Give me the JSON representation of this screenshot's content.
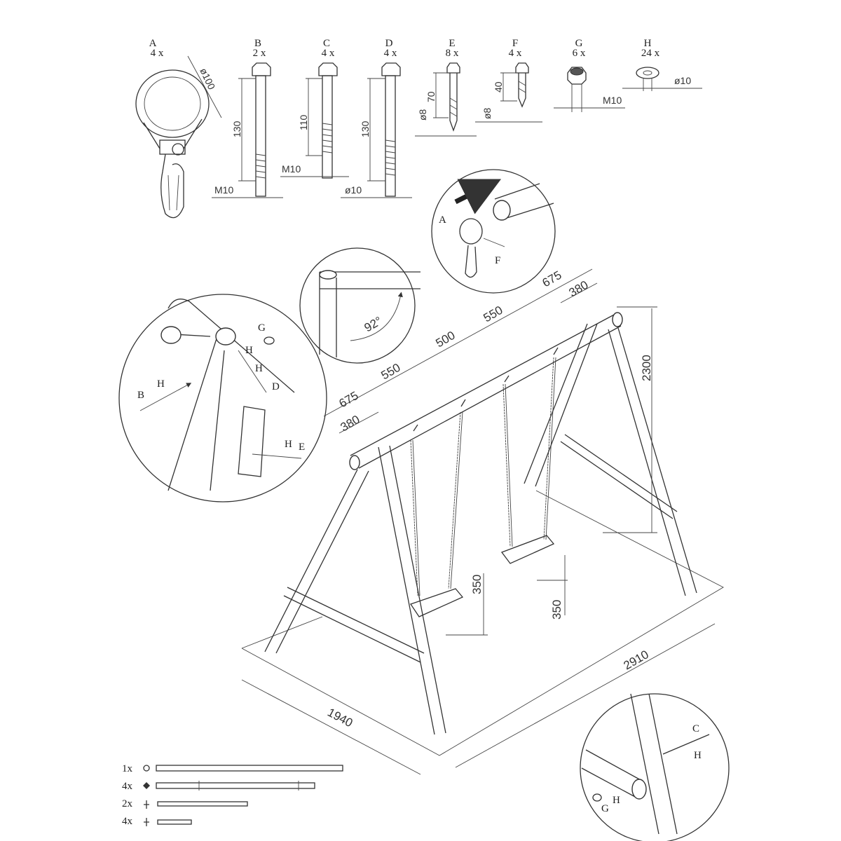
{
  "parts": [
    {
      "letter": "A",
      "qty": "4 x",
      "dim": "ø100",
      "icon": "swing-clamp-hook-icon"
    },
    {
      "letter": "B",
      "qty": "2 x",
      "length": "130",
      "thread": "M10",
      "icon": "long-bolt-icon"
    },
    {
      "letter": "C",
      "qty": "4 x",
      "length": "110",
      "thread": "M10",
      "icon": "bolt-icon"
    },
    {
      "letter": "D",
      "qty": "4 x",
      "length": "130",
      "thread": "ø10",
      "icon": "long-bolt-icon"
    },
    {
      "letter": "E",
      "qty": "8 x",
      "length": "70",
      "thread": "ø8",
      "icon": "screw-icon"
    },
    {
      "letter": "F",
      "qty": "4 x",
      "length": "40",
      "thread": "ø8",
      "icon": "short-screw-icon"
    },
    {
      "letter": "G",
      "qty": "6 x",
      "thread": "M10",
      "icon": "lock-nut-icon"
    },
    {
      "letter": "H",
      "qty": "24 x",
      "thread": "ø10",
      "icon": "washer-icon"
    }
  ],
  "detail_beam": {
    "labels": [
      "A",
      "F"
    ]
  },
  "detail_angle": {
    "angle": "92°"
  },
  "detail_top": {
    "labels": [
      "G",
      "H",
      "H",
      "D",
      "B",
      "H",
      "H",
      "E"
    ]
  },
  "detail_bottom": {
    "labels": [
      "C",
      "H",
      "H",
      "G"
    ]
  },
  "dimensions": {
    "top_left_outer": "675",
    "top_left_inner": "380",
    "seg1": "550",
    "seg2": "500",
    "seg3": "550",
    "top_right_outer": "675",
    "top_right_inner": "380",
    "height": "2300",
    "seat_left": "350",
    "seat_right": "350",
    "width": "2910",
    "depth": "1940"
  },
  "beam_list": [
    {
      "qty": "1x",
      "icon": "long-beam-icon"
    },
    {
      "qty": "4x",
      "icon": "leg-beam-icon"
    },
    {
      "qty": "2x",
      "icon": "brace-beam-icon"
    },
    {
      "qty": "4x",
      "icon": "short-brace-icon"
    }
  ]
}
